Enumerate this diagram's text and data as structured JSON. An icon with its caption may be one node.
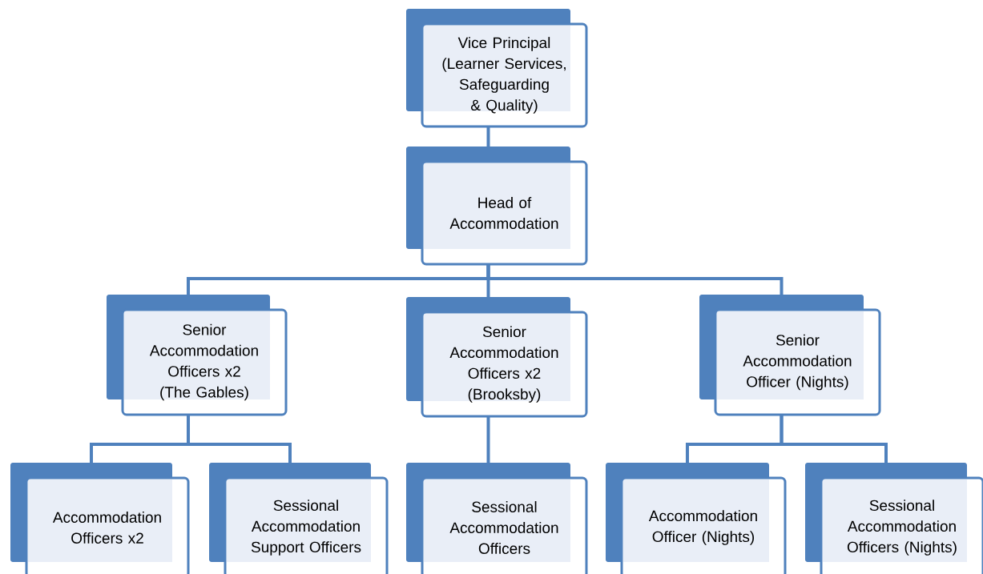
{
  "diagram": {
    "nodes": [
      {
        "text": [
          "Vice Principal (Learner Services, Safeguarding & Quality)"
        ]
      },
      {
        "text": [
          "Head of Accommodation"
        ]
      },
      {
        "text": [
          "Senior Accommodation Officers x2 (The Gables)"
        ]
      },
      {
        "text": [
          "Senior Accommodation Officers x2 (Brooksby)"
        ]
      },
      {
        "text": [
          "Senior Accommodation Officer (Nights)"
        ]
      },
      {
        "text": [
          "Accommodation Officers x2"
        ]
      },
      {
        "text": [
          "Sessional Accommodation Support Officers"
        ]
      },
      {
        "text": [
          "Sessional Accommodation Officers"
        ]
      },
      {
        "text": [
          "Accommodation Officer (Nights)"
        ]
      },
      {
        "text": [
          "Sessional Accommodation Officers (Nights)"
        ]
      }
    ],
    "edges": [
      {
        "from": 0,
        "to": 1,
        "arrow": "none"
      },
      {
        "from": 1,
        "to": 2,
        "arrow": "none"
      },
      {
        "from": 1,
        "to": 3,
        "arrow": "none"
      },
      {
        "from": 1,
        "to": 4,
        "arrow": "none"
      },
      {
        "from": 2,
        "to": 5,
        "arrow": "none"
      },
      {
        "from": 2,
        "to": 6,
        "arrow": "none"
      },
      {
        "from": 3,
        "to": 7,
        "arrow": "none"
      },
      {
        "from": 4,
        "to": 8,
        "arrow": "none"
      },
      {
        "from": 4,
        "to": 9,
        "arrow": "none"
      }
    ]
  }
}
